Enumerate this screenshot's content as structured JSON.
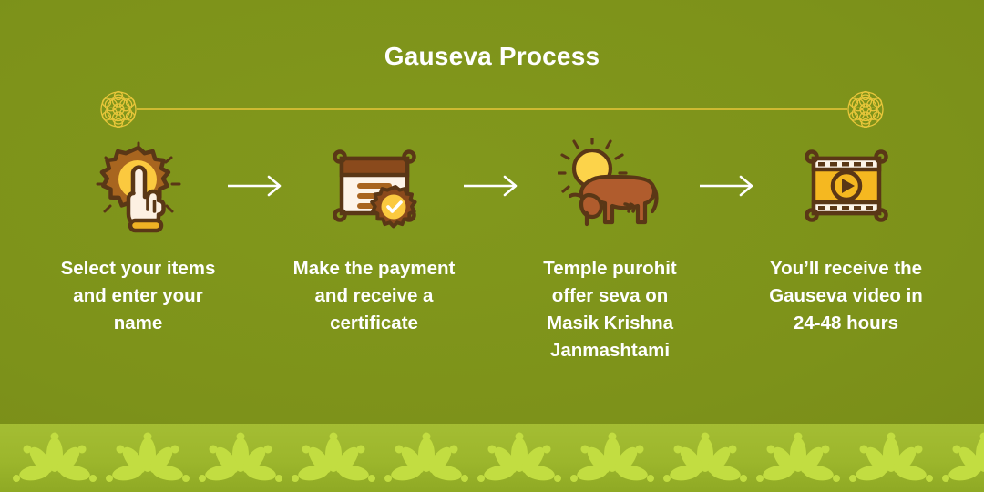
{
  "header": {
    "title": "Gauseva Process"
  },
  "divider": {
    "left_ornament": "mandala-rosette-icon",
    "right_ornament": "mandala-rosette-icon",
    "line_color": "#e8c63a"
  },
  "colors": {
    "background_green": "#7d921a",
    "band_green": "#9cb62c",
    "band_motif_green": "#c2dd41",
    "gold": "#f0b224",
    "gold_light": "#fbc93f",
    "yellow": "#fcd34a",
    "brown": "#5a3716",
    "cow_brown": "#b05c2d",
    "text_white": "#ffffff",
    "arrow_white": "#ffffff"
  },
  "steps": [
    {
      "index": 1,
      "icon": "hand-pointing-marigold-icon",
      "caption": "Select your items and enter your name"
    },
    {
      "index": 2,
      "icon": "certificate-seal-icon",
      "caption": "Make the payment and receive a certificate"
    },
    {
      "index": 3,
      "icon": "cow-grazing-sun-icon",
      "caption": "Temple purohit offer seva on Masik Krishna Janmashtami"
    },
    {
      "index": 4,
      "icon": "video-filmstrip-play-icon",
      "caption": "You’ll receive the Gauseva video in 24-48 hours"
    }
  ],
  "connectors": [
    {
      "icon": "arrow-right-icon"
    },
    {
      "icon": "arrow-right-icon"
    },
    {
      "icon": "arrow-right-icon"
    }
  ],
  "footer": {
    "pattern": "lotus-leaf-border-pattern"
  }
}
